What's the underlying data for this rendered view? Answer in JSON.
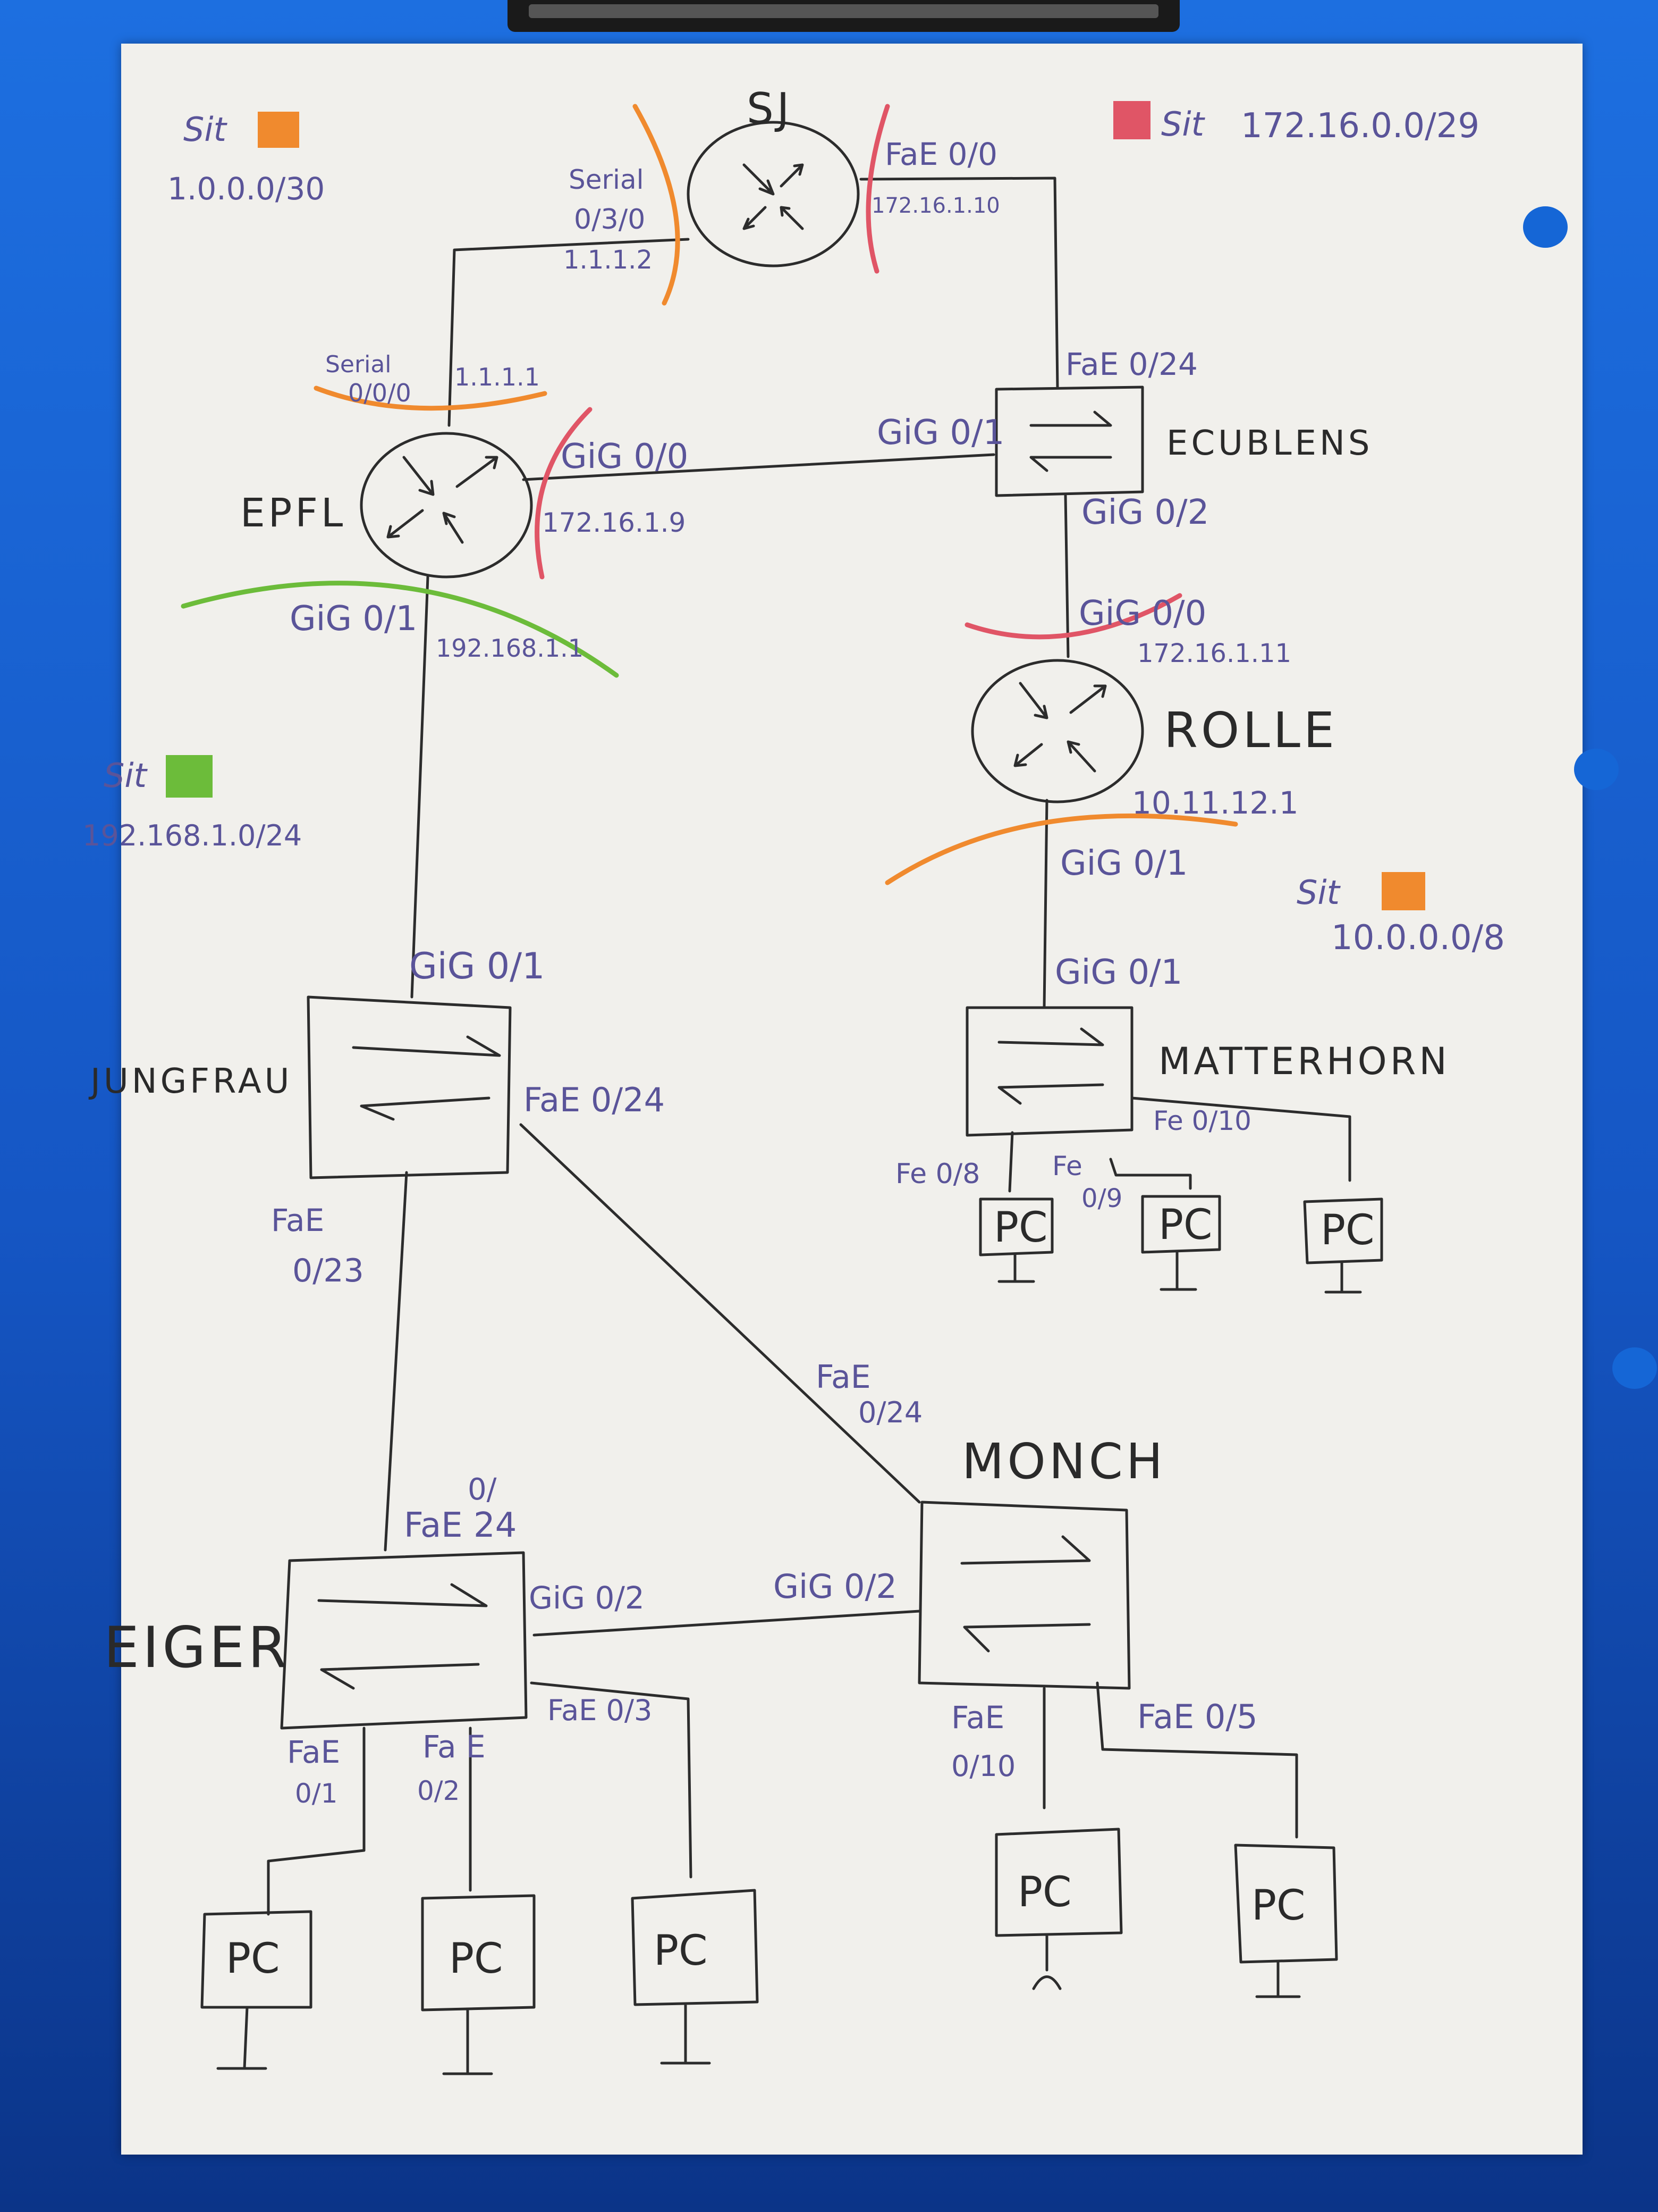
{
  "devices": {
    "sj": "SJ",
    "epfl": "EPFL",
    "ecublens": "ECUBLENS",
    "rolle": "ROLLE",
    "jungfrau": "JUNGFRAU",
    "matterhorn": "MATTERHORN",
    "eiger": "EIGER",
    "monch": "MONCH"
  },
  "sites": [
    {
      "label": "Sit",
      "network": "1.0.0.0/30",
      "color": "#f08a2e"
    },
    {
      "label": "Sit",
      "network": "172.16.0.0/29",
      "color": "#e05566"
    },
    {
      "label": "Sit",
      "network": "192.168.1.0/24",
      "color": "#6cbc3a"
    },
    {
      "label": "Sit",
      "network": "10.0.0.0/8",
      "color": "#f08a2e"
    }
  ],
  "interfaces": {
    "sj_serial_line1": "Serial",
    "sj_serial_line2": "0/3/0",
    "sj_serial_ip": "1.1.1.2",
    "sj_fae": "FaE 0/0",
    "sj_fae_ip": "172.16.1.10",
    "epfl_serial_line1": "Serial",
    "epfl_serial_line2": "0/0/0",
    "epfl_serial_ip": "1.1.1.1",
    "epfl_gig00": "GiG 0/0",
    "epfl_gig00_ip": "172.16.1.9",
    "epfl_gig01": "GiG 0/1",
    "epfl_gig01_ip": "192.168.1.1",
    "ecublens_fae024": "FaE 0/24",
    "ecublens_gig01": "GiG 0/1",
    "ecublens_gig02": "GiG 0/2",
    "rolle_gig00": "GiG 0/0",
    "rolle_gig00_ip": "172.16.1.11",
    "rolle_lan_ip": "10.11.12.1",
    "rolle_gig01": "GiG 0/1",
    "matterhorn_gig01": "GiG 0/1",
    "matterhorn_fe08": "Fe 0/8",
    "matterhorn_fe09_line1": "Fe",
    "matterhorn_fe09_line2": "0/9",
    "matterhorn_fe010": "Fe 0/10",
    "jungfrau_gig01": "GiG 0/1",
    "jungfrau_fae024": "FaE 0/24",
    "jungfrau_fae023_line1": "FaE",
    "jungfrau_fae023_line2": "0/23",
    "eiger_fae024_line1": "0/",
    "eiger_fae024_line2": "FaE 24",
    "eiger_gig02": "GiG 0/2",
    "eiger_fae03": "FaE 0/3",
    "eiger_fae01_line1": "FaE",
    "eiger_fae01_line2": "0/1",
    "eiger_fae02_line1": "Fa E",
    "eiger_fae02_line2": "0/2",
    "monch_fae024_line1": "FaE",
    "monch_fae024_line2": "0/24",
    "monch_gig02": "GiG 0/2",
    "monch_fae010_line1": "FaE",
    "monch_fae010_line2": "0/10",
    "monch_fae05": "FaE 0/5"
  },
  "pcs": {
    "label": "PC"
  },
  "colors": {
    "ink": "#2c2c2c",
    "label_ink": "#5a5499",
    "orange_site": "#f08a2e",
    "red_site": "#e05566",
    "green_site": "#6cbc3a",
    "clipboard_blue": "#1d6fe0",
    "paper": "#f1f0ec"
  }
}
